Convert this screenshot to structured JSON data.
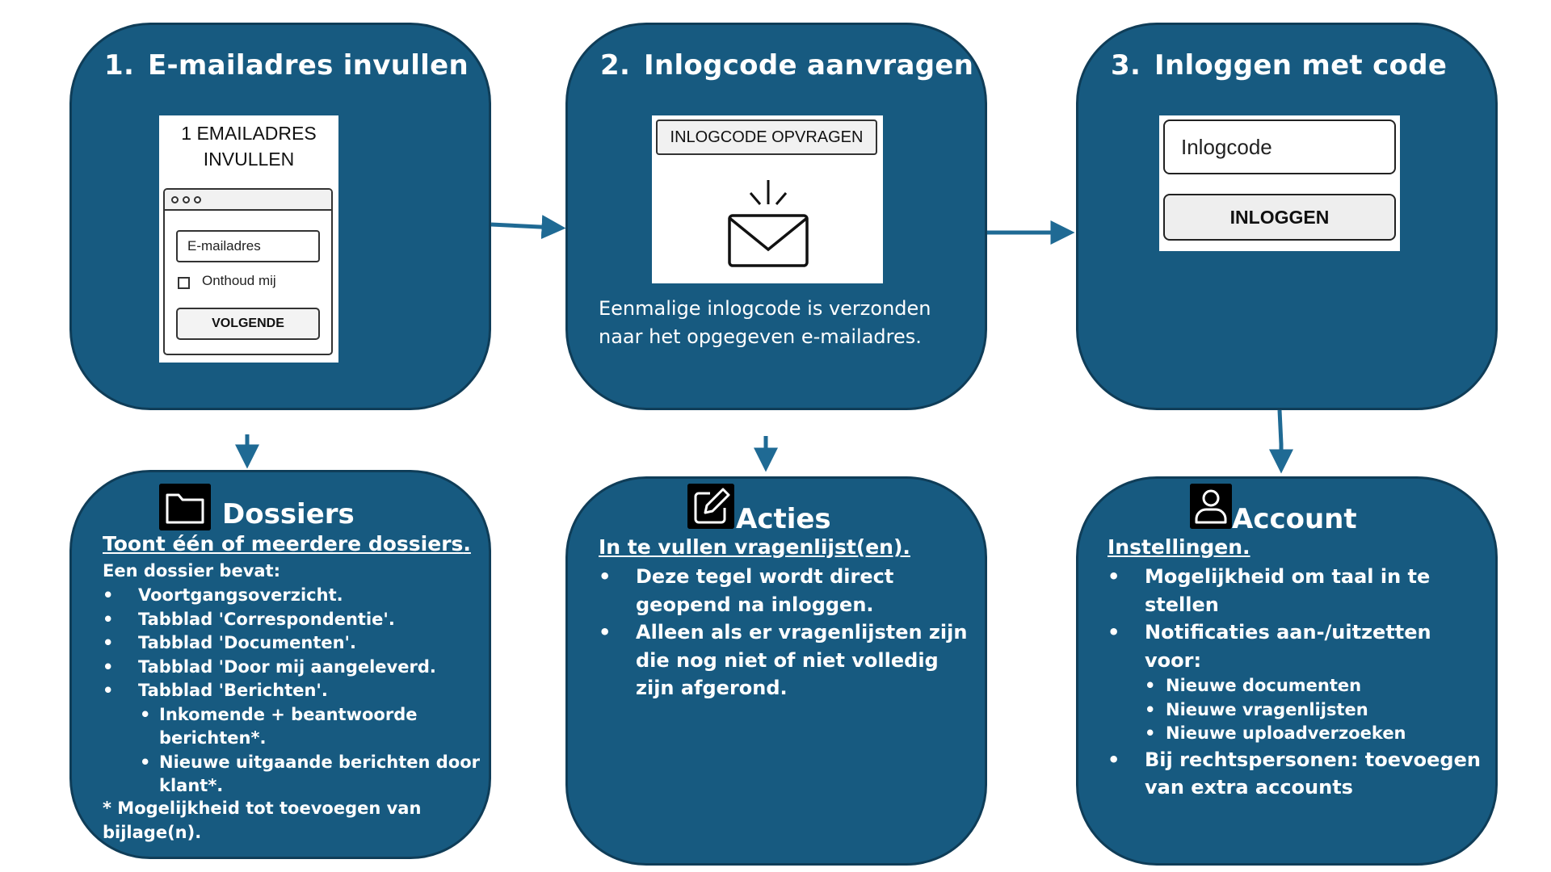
{
  "steps": [
    {
      "number": "1.",
      "title": "E-mailadres invullen"
    },
    {
      "number": "2.",
      "title": "Inlogcode aanvragen"
    },
    {
      "number": "3.",
      "title": "Inloggen met code"
    }
  ],
  "mockup1": {
    "title_line1": "1 EMAILADRES",
    "title_line2": "INVULLEN",
    "email_placeholder": "E-mailadres",
    "remember_label": "Onthoud mij",
    "next_button": "VOLGENDE"
  },
  "mockup2": {
    "request_button": "INLOGCODE OPVRAGEN",
    "icon": "envelope-icon"
  },
  "step2_text": "Eenmalige inlogcode is verzonden naar het opgegeven e-mailadres.",
  "mockup3": {
    "code_placeholder": "Inlogcode",
    "login_button": "INLOGGEN"
  },
  "dossiers": {
    "icon": "folder-icon",
    "heading": "Dossiers",
    "subtitle": "Toont één of meerdere dossiers",
    "intro": "Een dossier bevat:",
    "items": [
      "Voortgangsoverzicht.",
      "Tabblad 'Correspondentie'.",
      "Tabblad 'Documenten'.",
      "Tabblad 'Door mij aangeleverd.",
      "Tabblad 'Berichten'."
    ],
    "subitems": [
      "Inkomende + beantwoorde berichten*.",
      "Nieuwe uitgaande berichten door klant*."
    ],
    "note": "* Mogelijkheid tot toevoegen van bijlage(n)."
  },
  "acties": {
    "icon": "edit-icon",
    "heading": "Acties",
    "subtitle": "In te vullen vragenlijst(en)",
    "items": [
      "Deze tegel wordt direct geopend na inloggen.",
      "Alleen als er vragenlijsten zijn die nog niet of niet volledig zijn afgerond."
    ]
  },
  "account": {
    "icon": "user-icon",
    "heading": "Account",
    "subtitle": "Instellingen",
    "item1": "Mogelijkheid om taal in te stellen",
    "item2": "Notificaties aan-/uitzetten voor:",
    "subitems": [
      "Nieuwe documenten",
      "Nieuwe vragenlijsten",
      "Nieuwe uploadverzoeken"
    ],
    "item3": "Bij rechtspersonen: toevoegen van extra accounts"
  },
  "colors": {
    "box_fill": "#175a80",
    "box_border": "#0f3d58",
    "arrow": "#1f6a94"
  }
}
